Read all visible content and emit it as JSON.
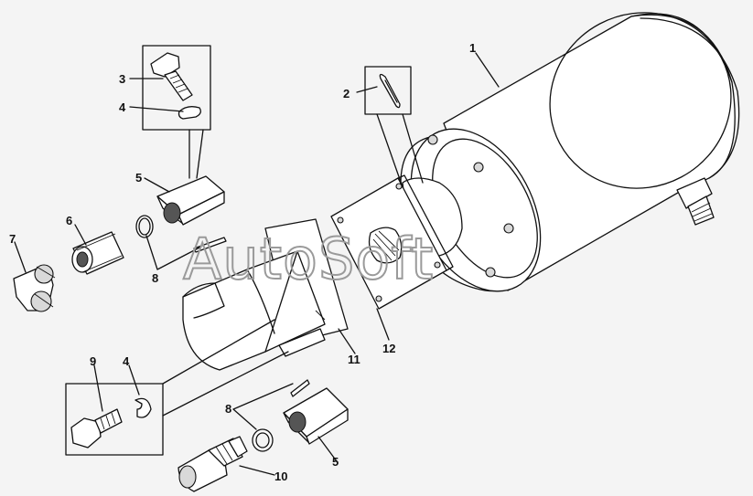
{
  "watermark": "AutoSoft",
  "callouts": [
    {
      "id": "c1",
      "label": "1"
    },
    {
      "id": "c2",
      "label": "2"
    },
    {
      "id": "c3",
      "label": "3"
    },
    {
      "id": "c4a",
      "label": "4"
    },
    {
      "id": "c5a",
      "label": "5"
    },
    {
      "id": "c6",
      "label": "6"
    },
    {
      "id": "c7",
      "label": "7"
    },
    {
      "id": "c8a",
      "label": "8"
    },
    {
      "id": "c9",
      "label": "9"
    },
    {
      "id": "c4b",
      "label": "4"
    },
    {
      "id": "c8b",
      "label": "8"
    },
    {
      "id": "c5b",
      "label": "5"
    },
    {
      "id": "c10",
      "label": "10"
    },
    {
      "id": "c11",
      "label": "11"
    },
    {
      "id": "c12",
      "label": "12"
    }
  ]
}
